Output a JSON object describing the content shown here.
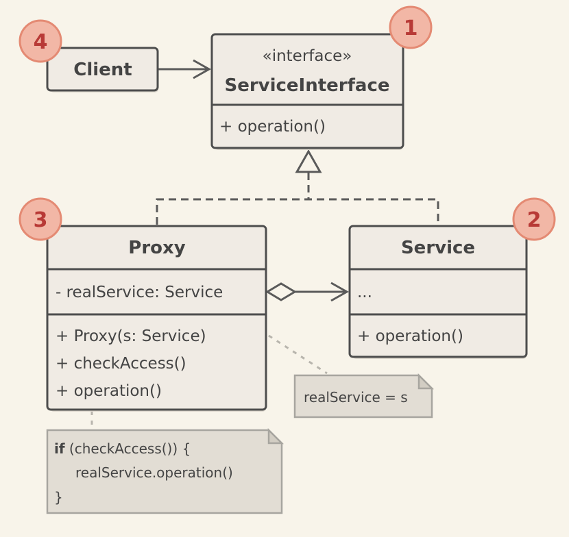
{
  "client": {
    "name": "Client"
  },
  "service_interface": {
    "stereotype": "«interface»",
    "name": "ServiceInterface",
    "methods": [
      "+ operation()"
    ]
  },
  "proxy": {
    "name": "Proxy",
    "fields": [
      "- realService: Service"
    ],
    "methods": [
      "+ Proxy(s: Service)",
      "+ checkAccess()",
      "+ operation()"
    ]
  },
  "service": {
    "name": "Service",
    "fields": [
      "..."
    ],
    "methods": [
      "+ operation()"
    ]
  },
  "notes": {
    "constructor": "realService = s",
    "operation_keyword": "if",
    "operation_line1_rest": " (checkAccess()) {",
    "operation_line2": "realService.operation()",
    "operation_line3": "}"
  },
  "badges": {
    "service_interface": "1",
    "service": "2",
    "proxy": "3",
    "client": "4"
  },
  "colors": {
    "background": "#f8f4ea",
    "box_fill": "#f0ebe4",
    "border": "#4d4d4d",
    "note_fill": "#e2ddd4",
    "badge_fill": "#f2b7a6",
    "badge_text": "#b83a36"
  }
}
